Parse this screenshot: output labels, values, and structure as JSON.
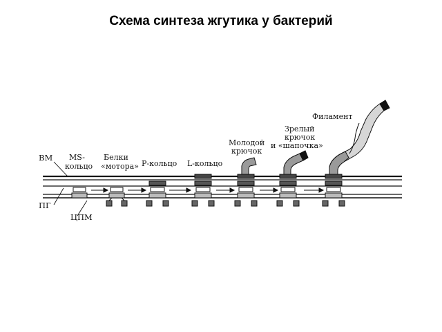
{
  "title": "Схема синтеза жгутика у бактерий",
  "labels": {
    "vm": "ВМ",
    "pg": "ПГ",
    "cpm": "ЦПМ",
    "ms_ring_1": "MS-",
    "ms_ring_2": "кольцо",
    "motor_1": "Белки",
    "motor_2": "«мотора»",
    "p_ring": "Р-кольцо",
    "l_ring": "L-кольцо",
    "young_hook_1": "Молодой",
    "young_hook_2": "крючок",
    "mature_hook_1": "Зрелый",
    "mature_hook_2": "крючок",
    "mature_hook_3": "и «шапочка»",
    "filament": "Филамент"
  },
  "colors": {
    "ink": "#111111",
    "dark_fill": "#444444",
    "mid_fill": "#9a9a9a",
    "light_fill": "#d6d6d6"
  }
}
